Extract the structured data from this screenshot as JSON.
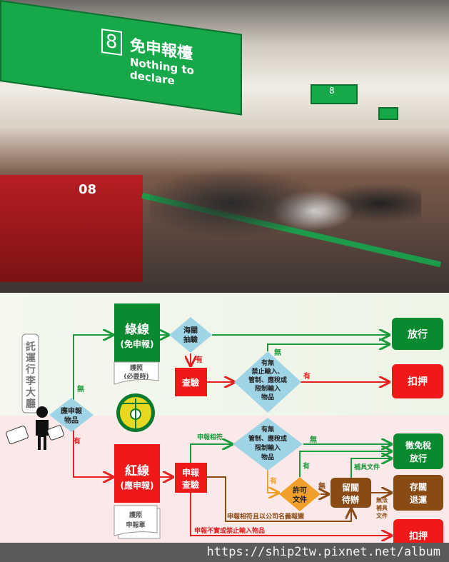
{
  "photo": {
    "sign_number": "8",
    "sign_cn": "免申報檯",
    "sign_en": "Nothing to declare",
    "counter": "08",
    "sign2": "8"
  },
  "diagram": {
    "hall": [
      "託",
      "運",
      "行",
      "李",
      "大",
      "廳"
    ],
    "declare_q": [
      "應申報",
      "物品"
    ],
    "green_line": {
      "title": "綠線",
      "sub": "(免申報)",
      "doc": [
        "護照",
        "(必要時)"
      ]
    },
    "red_line": {
      "title": "紅線",
      "sub": "(應申報)",
      "doc": [
        "護照",
        "申報單"
      ]
    },
    "customs_check": [
      "海關",
      "抽驗"
    ],
    "inspect": "查驗",
    "prohibited_q": [
      "有無",
      "禁止輸入、",
      "管制、應稅或",
      "限制輸入",
      "物品"
    ],
    "release": "放行",
    "seize": "扣押",
    "declare_inspect": [
      "申報",
      "查驗"
    ],
    "controlled_q": [
      "有無",
      "管制、應稅或",
      "限制輸入",
      "物品"
    ],
    "permit": [
      "許可",
      "文件"
    ],
    "hold": [
      "留關",
      "待辦"
    ],
    "tax_release": [
      "徵免稅",
      "放行"
    ],
    "store_return": [
      "存關",
      "退運"
    ],
    "seize2": "扣押",
    "labels": {
      "no": "無",
      "yes": "有",
      "match": "申報相符",
      "supplement": "補具文件",
      "cannot_supplement": [
        "無法",
        "補具",
        "文件"
      ],
      "company": "申報相符且以公司名義報關",
      "false_decl": "申報不實或禁止輸入物品"
    },
    "colors": {
      "green": "#0a8a2e",
      "red": "#f01818",
      "blue": "#9fd3e6",
      "orange": "#f0a02a",
      "brown": "#8a4a14"
    }
  },
  "watermark": "https://ship2tw.pixnet.net/album"
}
